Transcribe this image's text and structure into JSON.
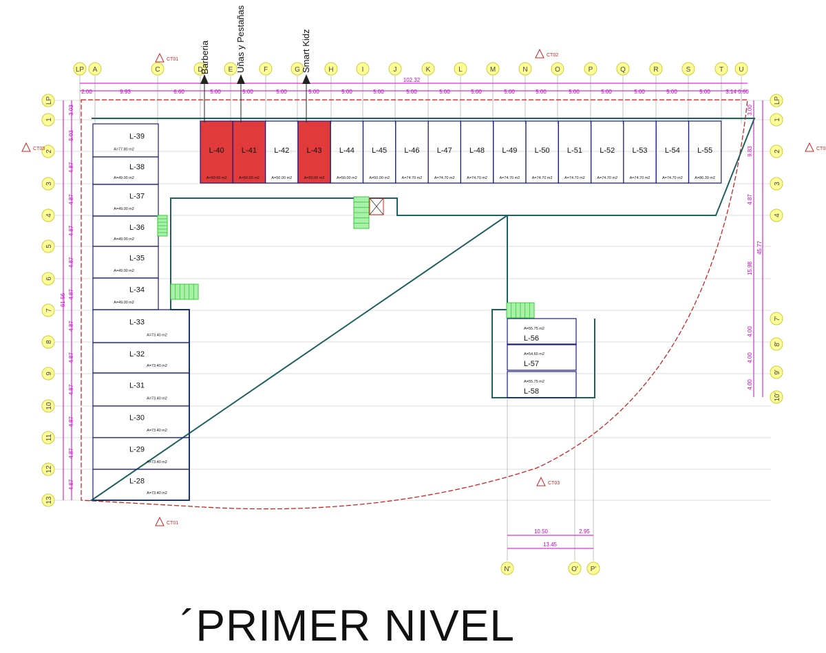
{
  "title": "´PRIMER NIVEL",
  "tags": [
    "Barberia",
    "Uñas y Pestañas",
    "Smart Kidz"
  ],
  "top_axes": [
    "LP",
    "A",
    "C",
    "D",
    "E",
    "F",
    "G",
    "H",
    "I",
    "J",
    "K",
    "L",
    "M",
    "N",
    "O",
    "P",
    "Q",
    "R",
    "S",
    "T",
    "U"
  ],
  "top_dims": [
    "2.00",
    "9.93",
    "6.60",
    "5.00",
    "5.00",
    "5.00",
    "5.00",
    "5.00",
    "5.00",
    "5.00",
    "5.00",
    "5.00",
    "5.00",
    "5.00",
    "5.00",
    "5.00",
    "5.00",
    "5.00",
    "5.00",
    "3.14",
    "0.60"
  ],
  "overall_dim": "102.32",
  "row_axes": [
    "LP",
    "1",
    "2",
    "3",
    "4",
    "5",
    "6",
    "7",
    "8",
    "9",
    "10",
    "11",
    "12",
    "13"
  ],
  "right_axes": [
    "LP",
    "1",
    "2",
    "3",
    "4",
    "7'",
    "8'",
    "9'",
    "10'"
  ],
  "left_dims": [
    "3.03",
    "5.03",
    "4.87",
    "4.87",
    "4.87",
    "4.87",
    "4.87",
    "4.87",
    "4.87",
    "4.87",
    "4.87",
    "4.87",
    "4.87"
  ],
  "left_total": "61.56",
  "right_dims": [
    "3.00",
    "9.83",
    "4.87",
    "15.98",
    "4.00",
    "4.00",
    "4.00"
  ],
  "right_total": "45.77",
  "bottom_axes": [
    "N'",
    "O'",
    "P'"
  ],
  "bottom_dims": [
    "10.50",
    "2.95",
    "13.45"
  ],
  "section_marks": [
    "CT01",
    "CT01",
    "CT02",
    "CT03",
    "CT03",
    "CT03"
  ],
  "top_units": [
    {
      "id": "L-40",
      "area": "A=50.00 m2",
      "highlight": true
    },
    {
      "id": "L-41",
      "area": "A=50.00 m2",
      "highlight": true
    },
    {
      "id": "L-42",
      "area": "A=50.00 m2",
      "highlight": false
    },
    {
      "id": "L-43",
      "area": "A=50.00 m2",
      "highlight": true
    },
    {
      "id": "L-44",
      "area": "A=50.00 m2",
      "highlight": false
    },
    {
      "id": "L-45",
      "area": "A=50.00 m2",
      "highlight": false
    },
    {
      "id": "L-46",
      "area": "A=74.70 m2",
      "highlight": false
    },
    {
      "id": "L-47",
      "area": "A=74.70 m2",
      "highlight": false
    },
    {
      "id": "L-48",
      "area": "A=74.70 m2",
      "highlight": false
    },
    {
      "id": "L-49",
      "area": "A=74.70 m2",
      "highlight": false
    },
    {
      "id": "L-50",
      "area": "A=74.70 m2",
      "highlight": false
    },
    {
      "id": "L-51",
      "area": "A=74.70 m2",
      "highlight": false
    },
    {
      "id": "L-52",
      "area": "A=74.70 m2",
      "highlight": false
    },
    {
      "id": "L-53",
      "area": "A=74.70 m2",
      "highlight": false
    },
    {
      "id": "L-54",
      "area": "A=74.70 m2",
      "highlight": false
    },
    {
      "id": "L-55",
      "area": "A=86.39 m2",
      "highlight": false
    }
  ],
  "left_units": [
    {
      "id": "L-39",
      "area": "A=77.80 m2"
    },
    {
      "id": "L-38",
      "area": "A=49.00 m2"
    },
    {
      "id": "L-37",
      "area": "A=49.00 m2"
    },
    {
      "id": "L-36",
      "area": "A=49.00 m2"
    },
    {
      "id": "L-35",
      "area": "A=49.00 m2"
    },
    {
      "id": "L-34",
      "area": "A=49.00 m2"
    },
    {
      "id": "L-33",
      "area": "A=73.40 m2"
    },
    {
      "id": "L-32",
      "area": "A=73.40 m2"
    },
    {
      "id": "L-31",
      "area": "A=73.40 m2"
    },
    {
      "id": "L-30",
      "area": "A=73.40 m2"
    },
    {
      "id": "L-29",
      "area": "A=73.40 m2"
    },
    {
      "id": "L-28",
      "area": "A=73.40 m2"
    }
  ],
  "annex_units": [
    {
      "id": "L-56",
      "area": "A=55.75 m2"
    },
    {
      "id": "L-57",
      "area": "A=54.60 m2"
    },
    {
      "id": "L-58",
      "area": "A=55.75 m2"
    }
  ],
  "colors": {
    "axis": "#ffff99",
    "axis_stroke": "#cccc33",
    "dim": "#cc00cc",
    "wall": "#1a1a80",
    "red_line": "#cc2222",
    "highlight": "#e03a3a",
    "stairs": "#33cc33",
    "outline": "#1f5f5f"
  }
}
